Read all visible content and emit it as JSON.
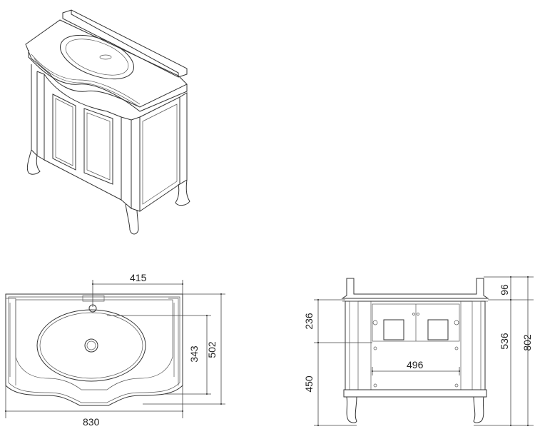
{
  "top_view": {
    "dims": {
      "width_total": "830",
      "basin_offset": "415",
      "depth_basin": "343",
      "depth_total": "502"
    }
  },
  "front_view": {
    "dims": {
      "drawer_height": "236",
      "leg_height": "450",
      "inner_width": "496",
      "top_height": "96",
      "body_height": "536",
      "total_height": "802"
    }
  },
  "colors": {
    "line": "#333333",
    "background": "#ffffff"
  }
}
